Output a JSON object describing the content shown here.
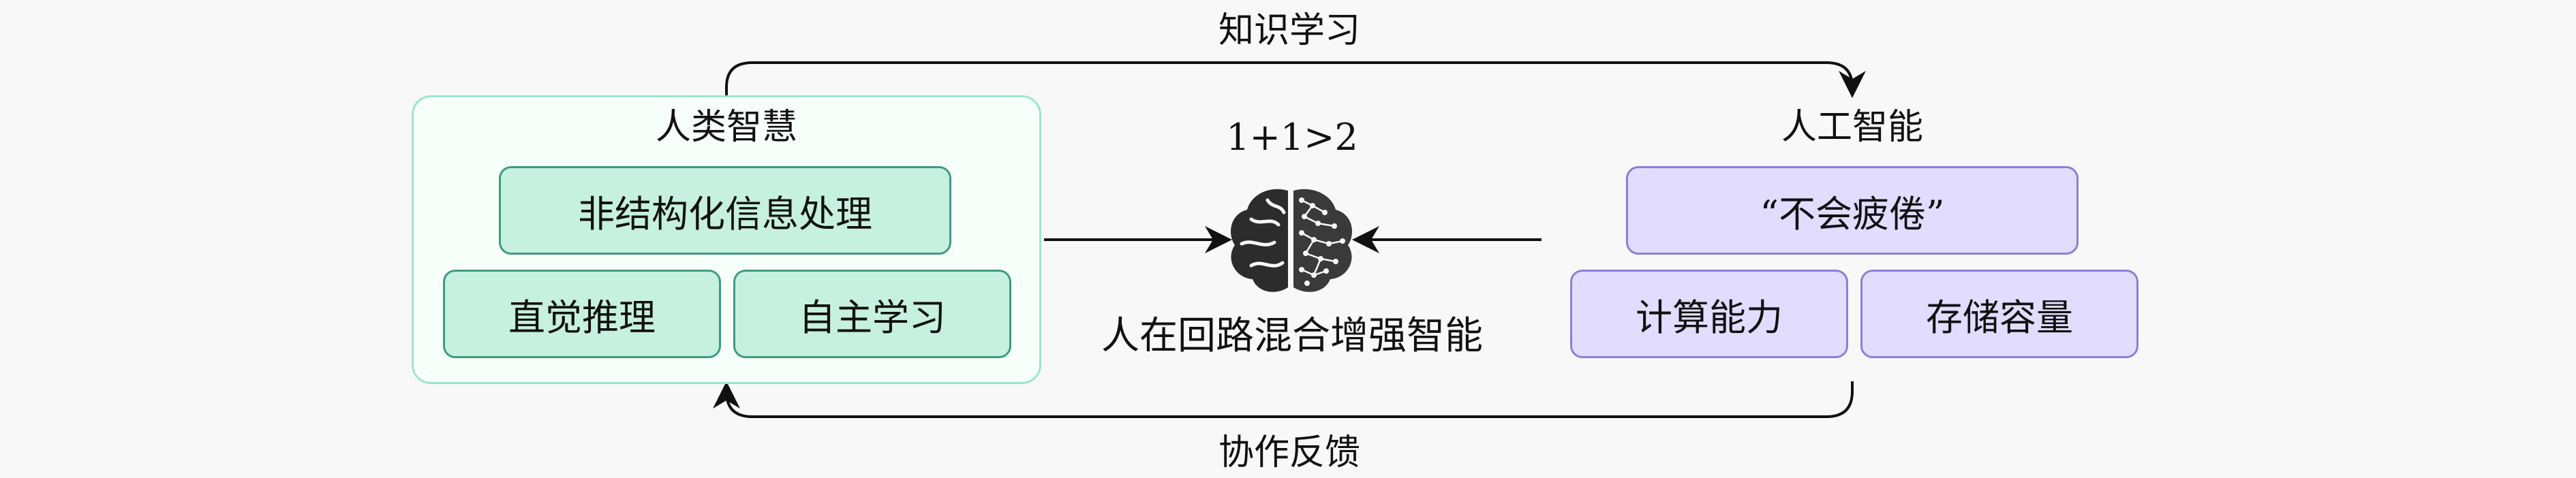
{
  "top_arrow_label": "知识学习",
  "bottom_arrow_label": "协作反馈",
  "human": {
    "title": "人类智慧",
    "items": [
      "非结构化信息处理",
      "直觉推理",
      "自主学习"
    ]
  },
  "center": {
    "formula": "1+1>2",
    "caption": "人在回路混合增强智能",
    "icon": "brain-icon"
  },
  "ai": {
    "title": "人工智能",
    "items": [
      "“不会疲倦”",
      "计算能力",
      "存储容量"
    ]
  },
  "colors": {
    "human_fill": "#c6f0e0",
    "human_border": "#3f9a80",
    "ai_fill": "#e2dcff",
    "ai_border": "#8a80d6",
    "panel_border": "#9be6cf"
  }
}
